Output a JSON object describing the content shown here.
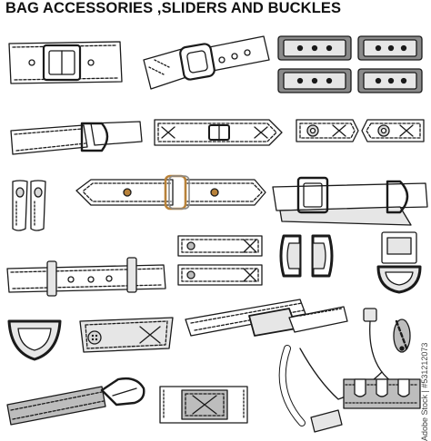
{
  "title": "BAG ACCESSORIES ,SLIDERS AND BUCKLES",
  "stock_id": "Adobe Stock | #531212073",
  "colors": {
    "outline": "#1a1a1a",
    "fill": "#ffffff",
    "light_gray": "#e6e6e6",
    "mid_gray": "#bdbdbd",
    "dark_gray": "#8a8a8a",
    "brass": "#b8823a",
    "rivet": "#d9d9d9"
  },
  "items": [
    {
      "id": "roller-buckle-strap",
      "icon": "buckle-icon"
    },
    {
      "id": "pin-buckle-strap",
      "icon": "buckle-icon"
    },
    {
      "id": "side-release-buckle-set-a",
      "icon": "side-release-buckle-icon"
    },
    {
      "id": "side-release-buckle-set-b",
      "icon": "side-release-buckle-icon"
    },
    {
      "id": "d-ring-strap",
      "icon": "d-ring-icon"
    },
    {
      "id": "tab-strap-with-slider",
      "icon": "slider-icon"
    },
    {
      "id": "snap-tab-a",
      "icon": "snap-icon"
    },
    {
      "id": "snap-tab-b",
      "icon": "snap-icon"
    },
    {
      "id": "loop-tabs",
      "icon": "loop-tab-icon"
    },
    {
      "id": "double-ring-strap",
      "icon": "ring-icon"
    },
    {
      "id": "slider-d-ring-strap",
      "icon": "slider-icon"
    },
    {
      "id": "rivet-tabs",
      "icon": "rivet-icon"
    },
    {
      "id": "d-slider-pair",
      "icon": "d-slider-icon"
    },
    {
      "id": "d-ring-clip",
      "icon": "d-ring-icon"
    },
    {
      "id": "belt-with-keepers",
      "icon": "belt-icon"
    },
    {
      "id": "d-ring",
      "icon": "d-ring-icon"
    },
    {
      "id": "button-tab",
      "icon": "button-icon"
    },
    {
      "id": "webbing-buckle",
      "icon": "side-release-buckle-icon"
    },
    {
      "id": "cord-lock",
      "icon": "cord-lock-icon"
    },
    {
      "id": "lanyard",
      "icon": "lanyard-icon"
    },
    {
      "id": "carabiner-strap",
      "icon": "carabiner-icon"
    },
    {
      "id": "velcro-patch",
      "icon": "patch-icon"
    },
    {
      "id": "elastic-loop-band",
      "icon": "loop-band-icon"
    }
  ]
}
